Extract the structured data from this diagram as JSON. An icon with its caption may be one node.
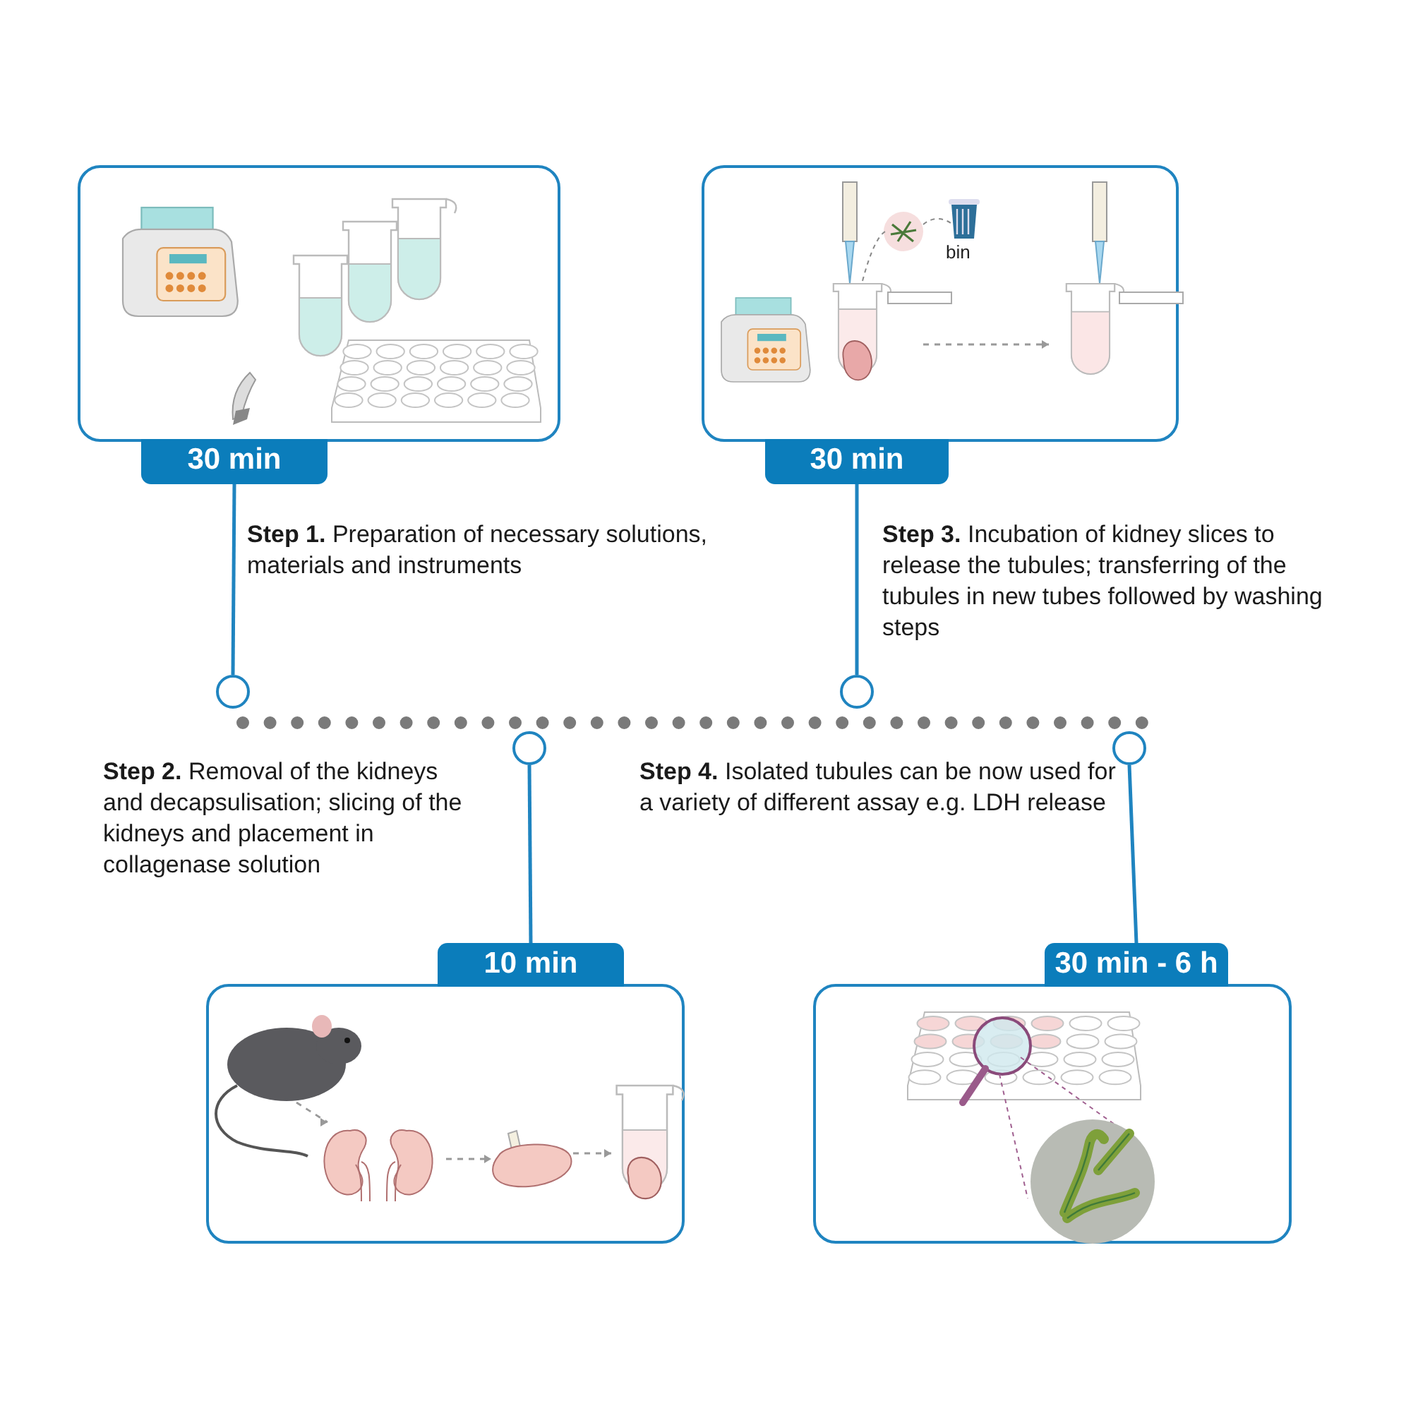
{
  "diagram": {
    "nodes": [
      {
        "text": [
          "30 min"
        ],
        "beside": [
          "**Step 1.** Preparation of necessary solutions, materials and instruments"
        ]
      },
      {
        "text": [
          "30 min"
        ],
        "beside": [
          "**Step 3.** Incubation of kidney slices to release the tubules; transferring of the tubules in new tubes followed by washing steps"
        ]
      },
      {
        "text": [
          "10 min"
        ]
      },
      {
        "text": [
          "30 min - 6 h"
        ]
      },
      {
        "text": [],
        "shape": "circle"
      },
      {
        "text": [],
        "shape": "circle"
      },
      {
        "text": [],
        "shape": "circle"
      },
      {
        "text": [],
        "shape": "circle"
      }
    ],
    "edges": [
      {
        "from": 0,
        "to": 4,
        "arrow": "none"
      },
      {
        "from": 1,
        "to": 6,
        "arrow": "none"
      },
      {
        "from": 2,
        "to": 5,
        "arrow": "none"
      },
      {
        "from": 3,
        "to": 7,
        "arrow": "none"
      }
    ],
    "labels": [
      "bin",
      "**Step 2.** Removal of the kidneys and decapsulisation; slicing of the kidneys and placement in collagenase solution",
      "**Step 4.** Isolated tubules can be now used for a variety of different assay e.g. LDH release"
    ]
  }
}
